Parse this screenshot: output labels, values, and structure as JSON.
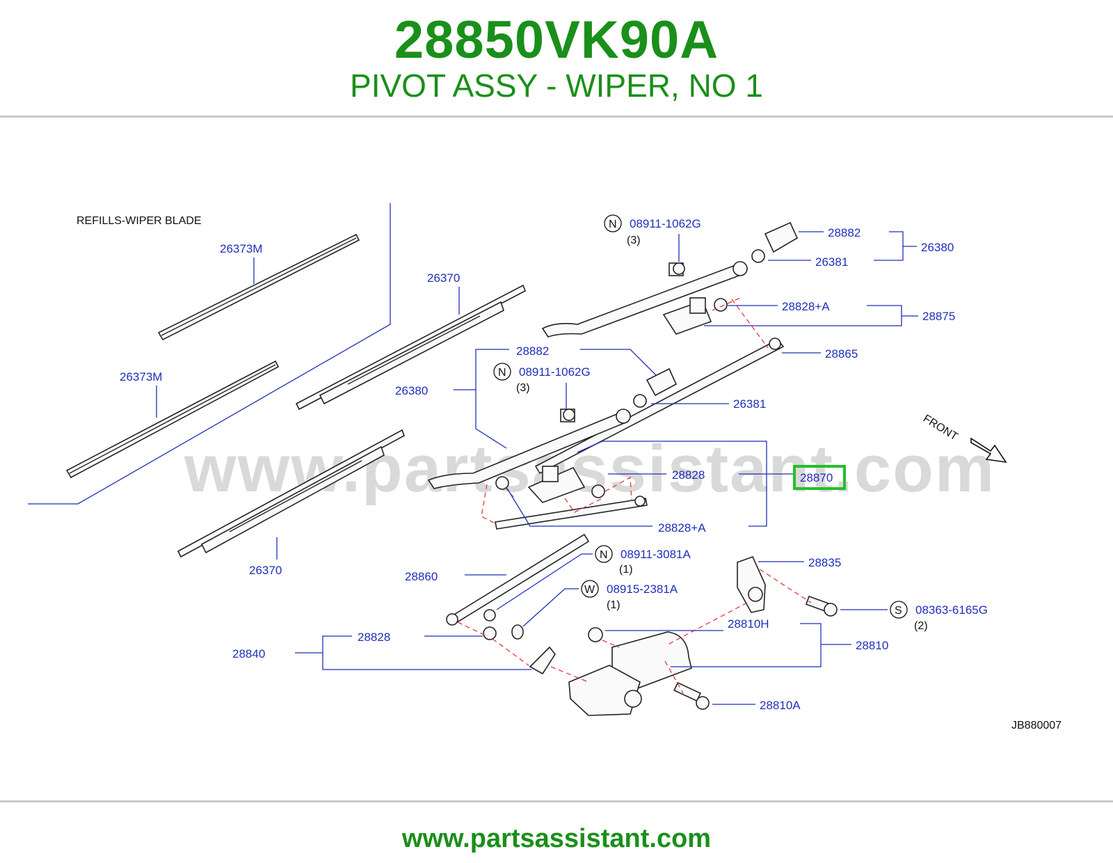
{
  "header": {
    "part_number": "28850VK90A",
    "part_name": "PIVOT ASSY - WIPER, NO 1"
  },
  "footer": {
    "website": "www.partsassistant.com"
  },
  "diagram": {
    "watermark": "www.partsassistant.com",
    "drawing_code": "JB880007",
    "front_label": "FRONT",
    "refills_label": "REFILLS-WIPER   BLADE",
    "highlight_color": "#22c02a",
    "callouts": {
      "c26373m_a": "26373M",
      "c26373m_b": "26373M",
      "c26370_a": "26370",
      "c26370_b": "26370",
      "c26380_a": "26380",
      "c26380_b": "26380",
      "c28882_a": "28882",
      "c28882_b": "28882",
      "c26381_a": "26381",
      "c26381_b": "26381",
      "c28875": "28875",
      "c28828a_a": "28828+A",
      "c28828a_b": "28828+A",
      "c28865": "28865",
      "c28828_a": "28828",
      "c28828_b": "28828",
      "c28870": "28870",
      "c28860": "28860",
      "c28840": "28840",
      "c28835": "28835",
      "c28810h": "28810H",
      "c28810": "28810",
      "c28810a": "28810A",
      "n1_num": "08911-1062G",
      "n1_qty": "(3)",
      "n1_code": "N",
      "n2_num": "08911-1062G",
      "n2_qty": "(3)",
      "n2_code": "N",
      "n3_num": "08911-3081A",
      "n3_qty": "(1)",
      "n3_code": "N",
      "w1_num": "08915-2381A",
      "w1_qty": "(1)",
      "w1_code": "W",
      "s1_num": "08363-6165G",
      "s1_qty": "(2)",
      "s1_code": "S"
    }
  }
}
